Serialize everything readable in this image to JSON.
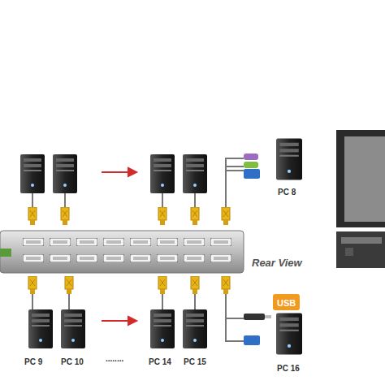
{
  "diagram": {
    "nodes": [
      {
        "text": [
          "USB"
        ]
      }
    ],
    "labels": [
      "PC 8",
      "Rear View",
      "PC 9",
      "PC 10",
      "........",
      "PC 14",
      "PC 15",
      "PC 16"
    ]
  }
}
